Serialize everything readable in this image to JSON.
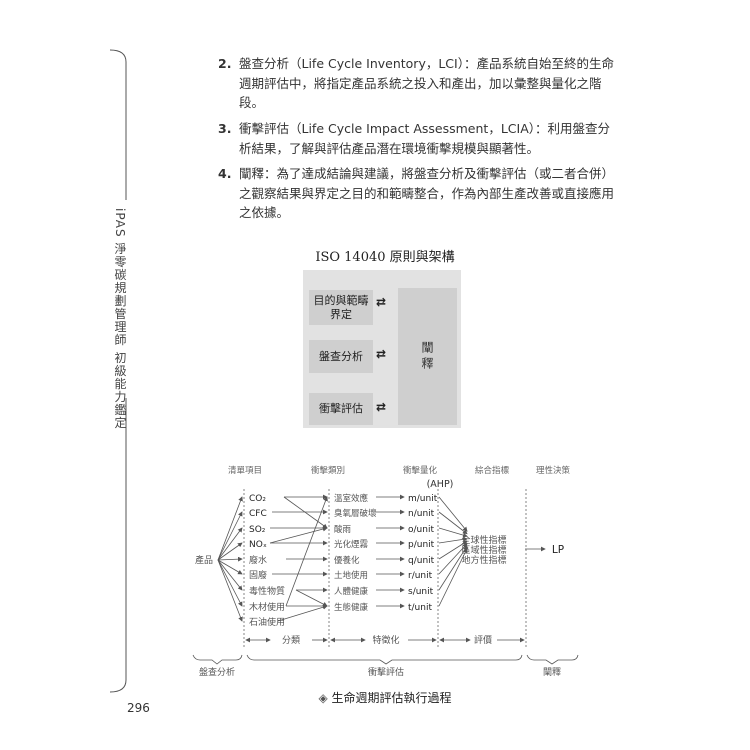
{
  "list": [
    {
      "num": "2.",
      "text": "盤查分析（Life Cycle Inventory，LCI）：產品系統自始至終的生命週期評估中，將指定產品系統之投入和產出，加以彙整與量化之階段。"
    },
    {
      "num": "3.",
      "text": "衝擊評估（Life Cycle Impact Assessment，LCIA）：利用盤查分析結果，了解與評估產品潛在環境衝擊規模與顯著性。"
    },
    {
      "num": "4.",
      "text": "闡釋：為了達成結論與建議，將盤查分析及衝擊評估（或二者合併）之觀察結果與界定之目的和範疇整合，作為內部生產改善或直接應用之依據。"
    }
  ],
  "sidebar": {
    "title": "iPAS 淨零碳規劃管理師 初級能力鑑定",
    "page_number": "296"
  },
  "iso": {
    "title": "ISO 14040 原則與架構",
    "boxes": [
      "目的與範疇界定",
      "盤查分析",
      "衝擊評估"
    ],
    "interpretation": "闡釋",
    "arrows": "⇄"
  },
  "flow": {
    "headers": [
      "清單項目",
      "衝擊類別",
      "衝擊量化",
      "綜合指標",
      "理性決策"
    ],
    "ahp": "(AHP)",
    "product": "產品",
    "inventory": [
      "CO₂",
      "CFC",
      "SO₂",
      "NOₓ",
      "廢水",
      "固廢",
      "毒性物質",
      "木材使用",
      "石油使用"
    ],
    "categories": [
      "溫室效應",
      "臭氧層破壞",
      "酸雨",
      "光化煙霧",
      "優養化",
      "土地使用",
      "人體健康",
      "生態健康"
    ],
    "units": [
      "m/unit",
      "n/unit",
      "o/unit",
      "p/unit",
      "q/unit",
      "r/unit",
      "s/unit",
      "t/unit"
    ],
    "indicators": [
      "全球性指標",
      "區域性指標",
      "地方性指標"
    ],
    "decision": "LP",
    "links": [
      [
        0,
        0
      ],
      [
        0,
        2
      ],
      [
        1,
        1
      ],
      [
        2,
        2
      ],
      [
        3,
        3
      ],
      [
        3,
        2
      ],
      [
        4,
        4
      ],
      [
        5,
        5
      ],
      [
        6,
        6
      ],
      [
        6,
        7
      ],
      [
        7,
        7
      ],
      [
        7,
        0
      ],
      [
        8,
        7
      ]
    ],
    "steps": [
      "分類",
      "特徵化",
      "評價"
    ],
    "phases": [
      "盤查分析",
      "衝擊評估",
      "闡釋"
    ],
    "caption": "生命週期評估執行過程"
  }
}
